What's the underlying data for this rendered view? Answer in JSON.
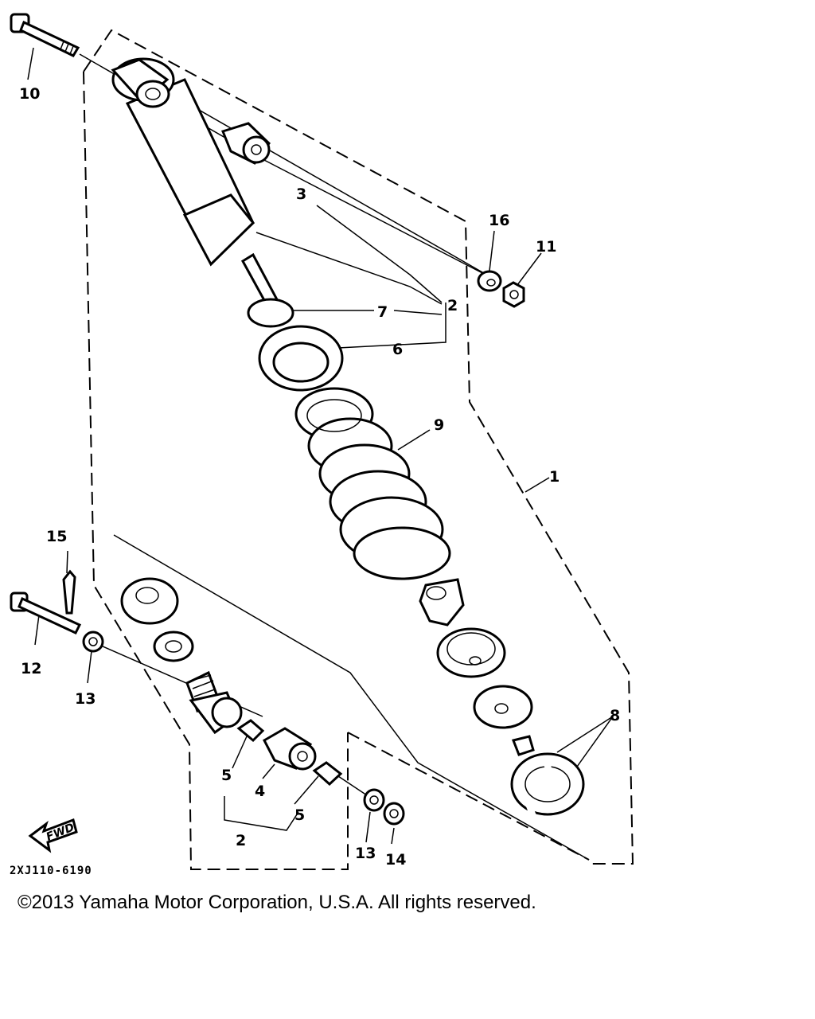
{
  "diagram": {
    "part_labels": {
      "p1": "1",
      "p2_upper": "2",
      "p2_lower": "2",
      "p3": "3",
      "p4": "4",
      "p5_left": "5",
      "p5_right": "5",
      "p6": "6",
      "p7": "7",
      "p8": "8",
      "p9": "9",
      "p10": "10",
      "p11": "11",
      "p12": "12",
      "p13_left": "13",
      "p13_right": "13",
      "p14": "14",
      "p15": "15",
      "p16": "16"
    },
    "fwd_label": "FWD",
    "drawing_code": "2XJ110-6190",
    "fwd_icon": "fwd-arrow-icon"
  },
  "footer": {
    "copyright": "©2013 Yamaha Motor Corporation, U.S.A. All rights reserved."
  }
}
